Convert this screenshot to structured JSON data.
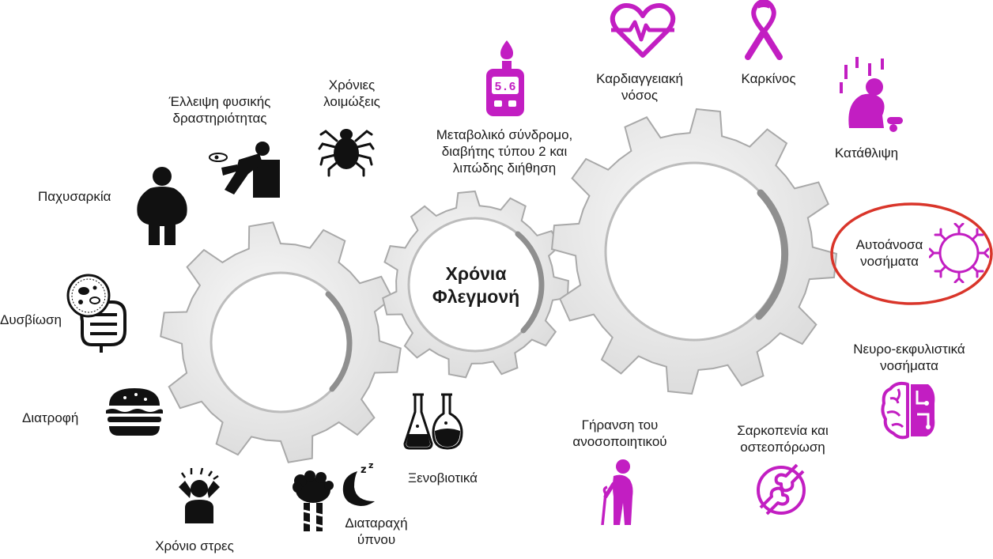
{
  "center": {
    "line1": "Χρόνια",
    "line2": "Φλεγμονή"
  },
  "causes": {
    "physical_inactivity": {
      "line1": "Έλλειψη φυσικής",
      "line2": "δραστηριότητας",
      "icon": "inactive-person-icon"
    },
    "chronic_infections": {
      "line1": "Χρόνιες",
      "line2": "λοιμώξεις",
      "icon": "tick-icon"
    },
    "obesity": {
      "label": "Παχυσαρκία",
      "icon": "obese-person-icon"
    },
    "dysbiosis": {
      "label": "Δυσβίωση",
      "icon": "gut-microbes-icon"
    },
    "diet": {
      "label": "Διατροφή",
      "icon": "burger-icon"
    },
    "stress": {
      "label": "Χρόνιο στρες",
      "icon": "stressed-person-icon"
    },
    "sleep": {
      "line1": "Διαταραχή",
      "line2": "ύπνου",
      "icon": "sheep-moon-icon"
    },
    "xenobiotics": {
      "label": "Ξενοβιοτικά",
      "icon": "flasks-icon"
    }
  },
  "outcomes": {
    "metabolic": {
      "line1": "Μεταβολικό σύνδρομο,",
      "line2": "διαβήτης τύπου 2 και",
      "line3": "λιπώδης διήθηση",
      "icon": "glucometer-icon",
      "reading": "5.6"
    },
    "cardiovascular": {
      "line1": "Καρδιαγγειακή",
      "line2": "νόσος",
      "icon": "heart-pulse-icon"
    },
    "cancer": {
      "label": "Καρκίνος",
      "icon": "ribbon-icon"
    },
    "depression": {
      "label": "Κατάθλιψη",
      "icon": "depressed-person-icon"
    },
    "autoimmune": {
      "line1": "Αυτοάνοσα",
      "line2": "νοσήματα",
      "icon": "antibody-ring-icon"
    },
    "neurodegenerative": {
      "line1": "Νευρο-εκφυλιστικά",
      "line2": "νοσήματα",
      "icon": "brain-icon"
    },
    "sarcopenia": {
      "line1": "Σαρκοπενία και",
      "line2": "οστεοπόρωση",
      "icon": "bone-joint-icon"
    },
    "immunosenescence": {
      "line1": "Γήρανση του",
      "line2": "ανοσοποιητικού",
      "icon": "elderly-person-icon"
    }
  },
  "colors": {
    "accent": "#c21ec2",
    "highlight": "#d9352a",
    "gear_fill": "#ececec",
    "gear_stroke": "#a9a9a9",
    "icon_dark": "#111111"
  }
}
